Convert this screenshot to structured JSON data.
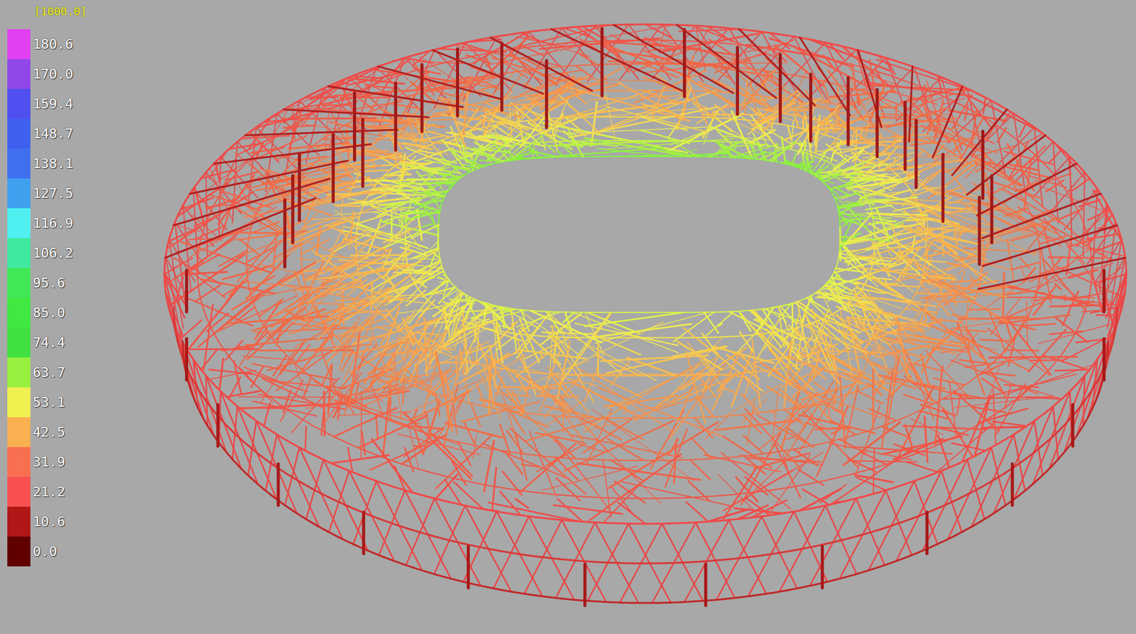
{
  "diagram": {
    "labels": [
      "[1000.0]"
    ],
    "legend": [
      {
        "text": "180.6",
        "color": "#e040f0"
      },
      {
        "text": "170.0",
        "color": "#9048e8"
      },
      {
        "text": "159.4",
        "color": "#5050f0"
      },
      {
        "text": "148.7",
        "color": "#4060f0"
      },
      {
        "text": "138.1",
        "color": "#4070f0"
      },
      {
        "text": "127.5",
        "color": "#40a0f0"
      },
      {
        "text": "116.9",
        "color": "#50f0f0"
      },
      {
        "text": "106.2",
        "color": "#40e8a0"
      },
      {
        "text": "95.6",
        "color": "#40e858"
      },
      {
        "text": "85.0",
        "color": "#40e840"
      },
      {
        "text": "74.4",
        "color": "#40e040"
      },
      {
        "text": "63.7",
        "color": "#98f040"
      },
      {
        "text": "53.1",
        "color": "#f0f050"
      },
      {
        "text": "42.5",
        "color": "#f8b050"
      },
      {
        "text": "31.9",
        "color": "#f87050"
      },
      {
        "text": "21.2",
        "color": "#f85050"
      },
      {
        "text": "10.6",
        "color": "#b01818"
      },
      {
        "text": "0.0",
        "color": "#600000"
      }
    ]
  }
}
